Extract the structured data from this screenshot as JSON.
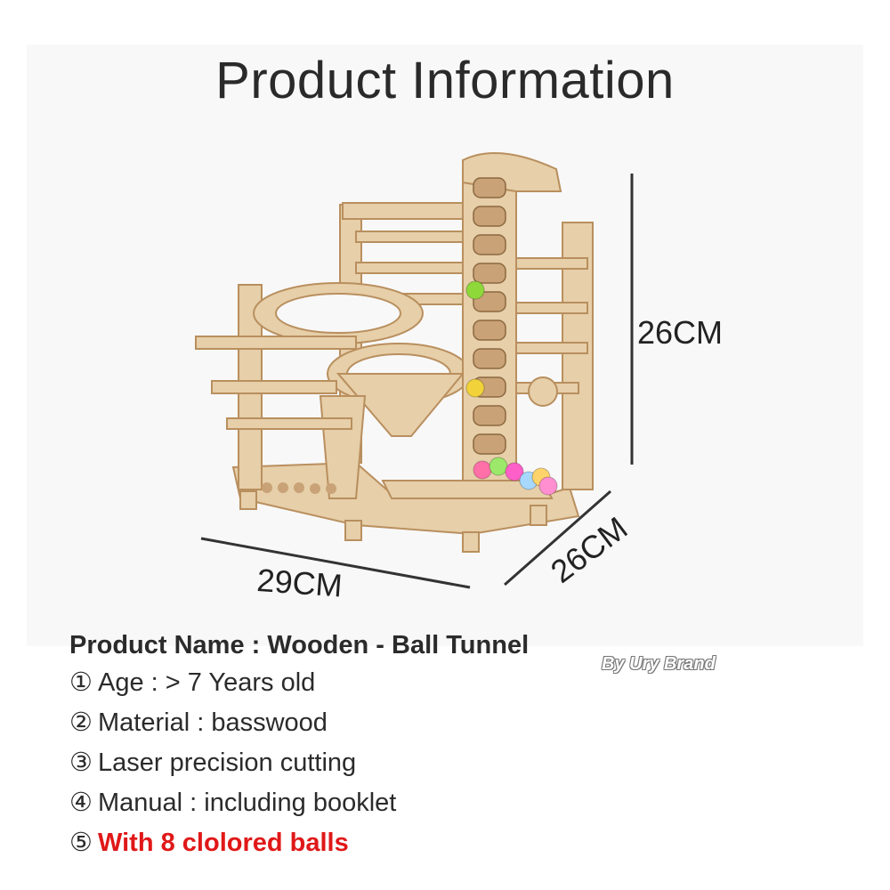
{
  "title": "Product Information",
  "dimensions": {
    "height": "26CM",
    "width": "29CM",
    "depth": "26CM"
  },
  "product_name": {
    "label": "Product Name",
    "separator": " : ",
    "value": "Wooden - Ball Tunnel"
  },
  "features": [
    {
      "num": "①",
      "text": "Age : > 7 Years old",
      "highlight": false
    },
    {
      "num": "②",
      "text": "Material : basswood",
      "highlight": false
    },
    {
      "num": "③",
      "text": "Laser precision cutting",
      "highlight": false
    },
    {
      "num": "④",
      "text": "Manual : including booklet",
      "highlight": false
    },
    {
      "num": "⑤",
      "text": "With 8 clolored balls",
      "highlight": true
    }
  ],
  "watermark": "By Ury Brand",
  "colors": {
    "wood": "#e6cfa9",
    "wood_dark": "#b98f5e",
    "highlight": "#e01818",
    "title": "#2a2a2a",
    "balls": [
      "#8ed83a",
      "#f2d23a",
      "#ff6fa8",
      "#9be86a",
      "#ff5fc8",
      "#a7d8ff",
      "#ffd36b",
      "#ff8fd0"
    ]
  }
}
